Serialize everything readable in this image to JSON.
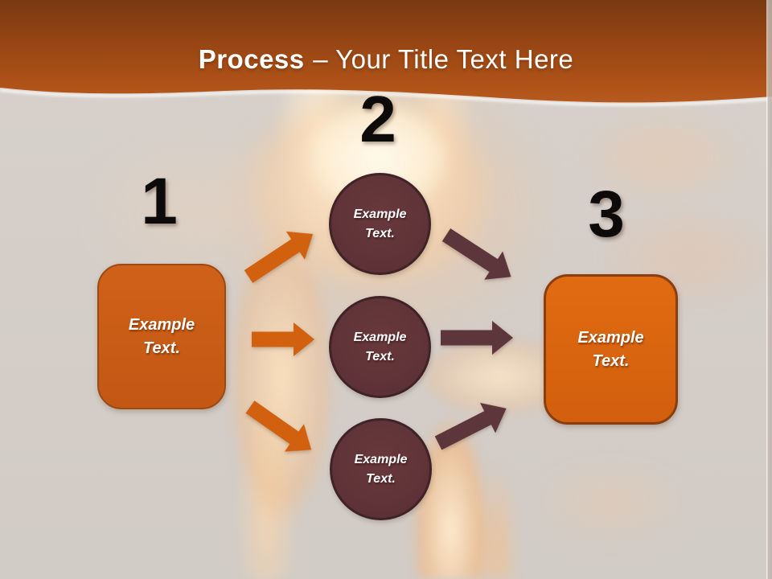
{
  "slide": {
    "title": {
      "emphasis": "Process",
      "rest": "– Your Title Text Here"
    },
    "process": {
      "step1": {
        "number": "1",
        "box_label": "Example Text."
      },
      "step2": {
        "number": "2",
        "circles": [
          {
            "label": "Example Text."
          },
          {
            "label": "Example Text."
          },
          {
            "label": "Example Text."
          }
        ]
      },
      "step3": {
        "number": "3",
        "box_label": "Example Text."
      }
    },
    "colors": {
      "header_gradient_top": "#793911",
      "header_gradient_bottom": "#b65a20",
      "box_orange_left": "#c95c16",
      "box_orange_right": "#da650f",
      "circle_maroon": "#5e3437",
      "arrow_orange": "#d2610f",
      "arrow_dark": "#5c363a",
      "background_gray": "#d5cec8",
      "number_black": "#0d0b0a",
      "text_white": "#ffffff"
    }
  }
}
